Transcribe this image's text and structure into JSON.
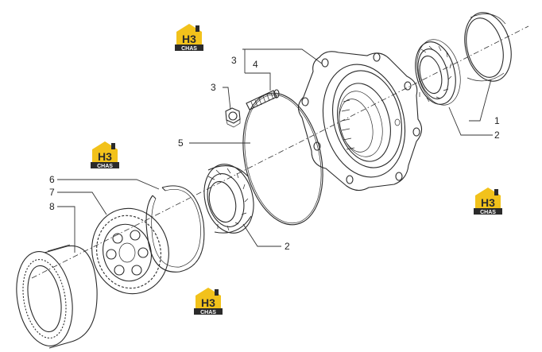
{
  "callouts": {
    "n3_hub": "3",
    "n4": "4",
    "n3_nut": "3",
    "n1": "1",
    "n2_right": "2",
    "n5": "5",
    "n6": "6",
    "n7": "7",
    "n8": "8",
    "n2_bottom": "2"
  },
  "watermark": {
    "letters": "H3",
    "sub": "CHAS",
    "color_yellow": "#f2c21b",
    "color_dark": "#2b2b2b"
  }
}
